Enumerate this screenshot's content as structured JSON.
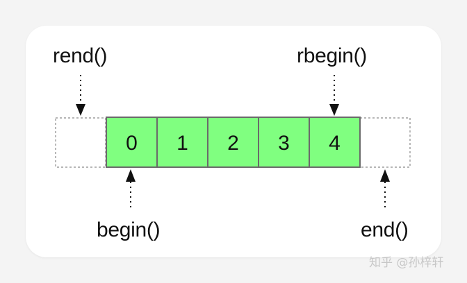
{
  "diagram": {
    "cells": [
      "0",
      "1",
      "2",
      "3",
      "4"
    ],
    "labels": {
      "rend": "rend()",
      "rbegin": "rbegin()",
      "begin": "begin()",
      "end": "end()"
    }
  },
  "watermark": "知乎 @孙梓轩",
  "colors": {
    "cell_fill": "#80ff80",
    "cell_border": "#6a6a6a",
    "dashed_border": "#8a8a8a",
    "arrow": "#111111",
    "card_background": "#ffffff",
    "page_background": "#f4f4f4"
  }
}
